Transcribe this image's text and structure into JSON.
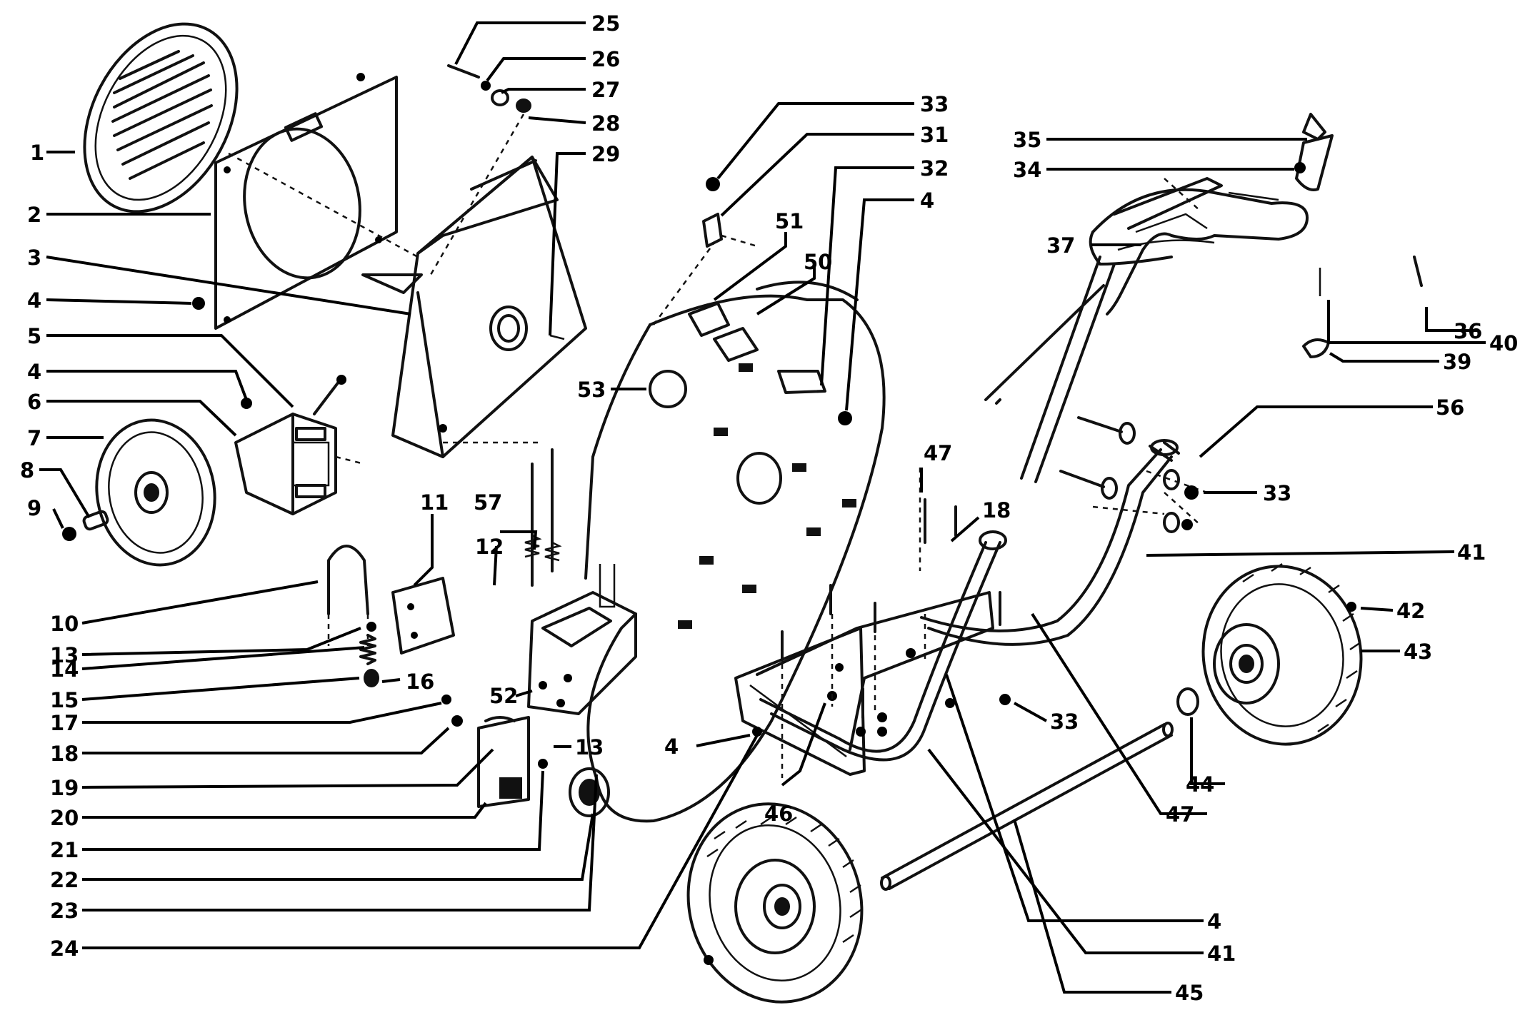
{
  "diagram": {
    "callouts": [
      {
        "id": "c1",
        "text": "1"
      },
      {
        "id": "c2",
        "text": "2"
      },
      {
        "id": "c3",
        "text": "3"
      },
      {
        "id": "c4a",
        "text": "4"
      },
      {
        "id": "c5",
        "text": "5"
      },
      {
        "id": "c4b",
        "text": "4"
      },
      {
        "id": "c6",
        "text": "6"
      },
      {
        "id": "c7",
        "text": "7"
      },
      {
        "id": "c8",
        "text": "8"
      },
      {
        "id": "c9",
        "text": "9"
      },
      {
        "id": "c10",
        "text": "10"
      },
      {
        "id": "c13a",
        "text": "13"
      },
      {
        "id": "c14",
        "text": "14"
      },
      {
        "id": "c15",
        "text": "15"
      },
      {
        "id": "c17",
        "text": "17"
      },
      {
        "id": "c18a",
        "text": "18"
      },
      {
        "id": "c19",
        "text": "19"
      },
      {
        "id": "c20",
        "text": "20"
      },
      {
        "id": "c21",
        "text": "21"
      },
      {
        "id": "c22",
        "text": "22"
      },
      {
        "id": "c23",
        "text": "23"
      },
      {
        "id": "c24",
        "text": "24"
      },
      {
        "id": "c11",
        "text": "11"
      },
      {
        "id": "c12",
        "text": "12"
      },
      {
        "id": "c57",
        "text": "57"
      },
      {
        "id": "c16",
        "text": "16"
      },
      {
        "id": "c13b",
        "text": "13"
      },
      {
        "id": "c52",
        "text": "52"
      },
      {
        "id": "c25",
        "text": "25"
      },
      {
        "id": "c26",
        "text": "26"
      },
      {
        "id": "c27",
        "text": "27"
      },
      {
        "id": "c28",
        "text": "28"
      },
      {
        "id": "c29",
        "text": "29"
      },
      {
        "id": "c33a",
        "text": "33"
      },
      {
        "id": "c31",
        "text": "31"
      },
      {
        "id": "c32",
        "text": "32"
      },
      {
        "id": "c4c",
        "text": "4"
      },
      {
        "id": "c51",
        "text": "51"
      },
      {
        "id": "c50",
        "text": "50"
      },
      {
        "id": "c53",
        "text": "53"
      },
      {
        "id": "c47a",
        "text": "47"
      },
      {
        "id": "c18b",
        "text": "18"
      },
      {
        "id": "c4d",
        "text": "4"
      },
      {
        "id": "c46",
        "text": "46"
      },
      {
        "id": "c35",
        "text": "35"
      },
      {
        "id": "c34",
        "text": "34"
      },
      {
        "id": "c37",
        "text": "37"
      },
      {
        "id": "c36",
        "text": "36"
      },
      {
        "id": "c40",
        "text": "40"
      },
      {
        "id": "c39",
        "text": "39"
      },
      {
        "id": "c56",
        "text": "56"
      },
      {
        "id": "c33b",
        "text": "33"
      },
      {
        "id": "c41a",
        "text": "41"
      },
      {
        "id": "c42",
        "text": "42"
      },
      {
        "id": "c43",
        "text": "43"
      },
      {
        "id": "c33c",
        "text": "33"
      },
      {
        "id": "c44",
        "text": "44"
      },
      {
        "id": "c47b",
        "text": "47"
      },
      {
        "id": "c4e",
        "text": "4"
      },
      {
        "id": "c41b",
        "text": "41"
      },
      {
        "id": "c45",
        "text": "45"
      }
    ]
  }
}
